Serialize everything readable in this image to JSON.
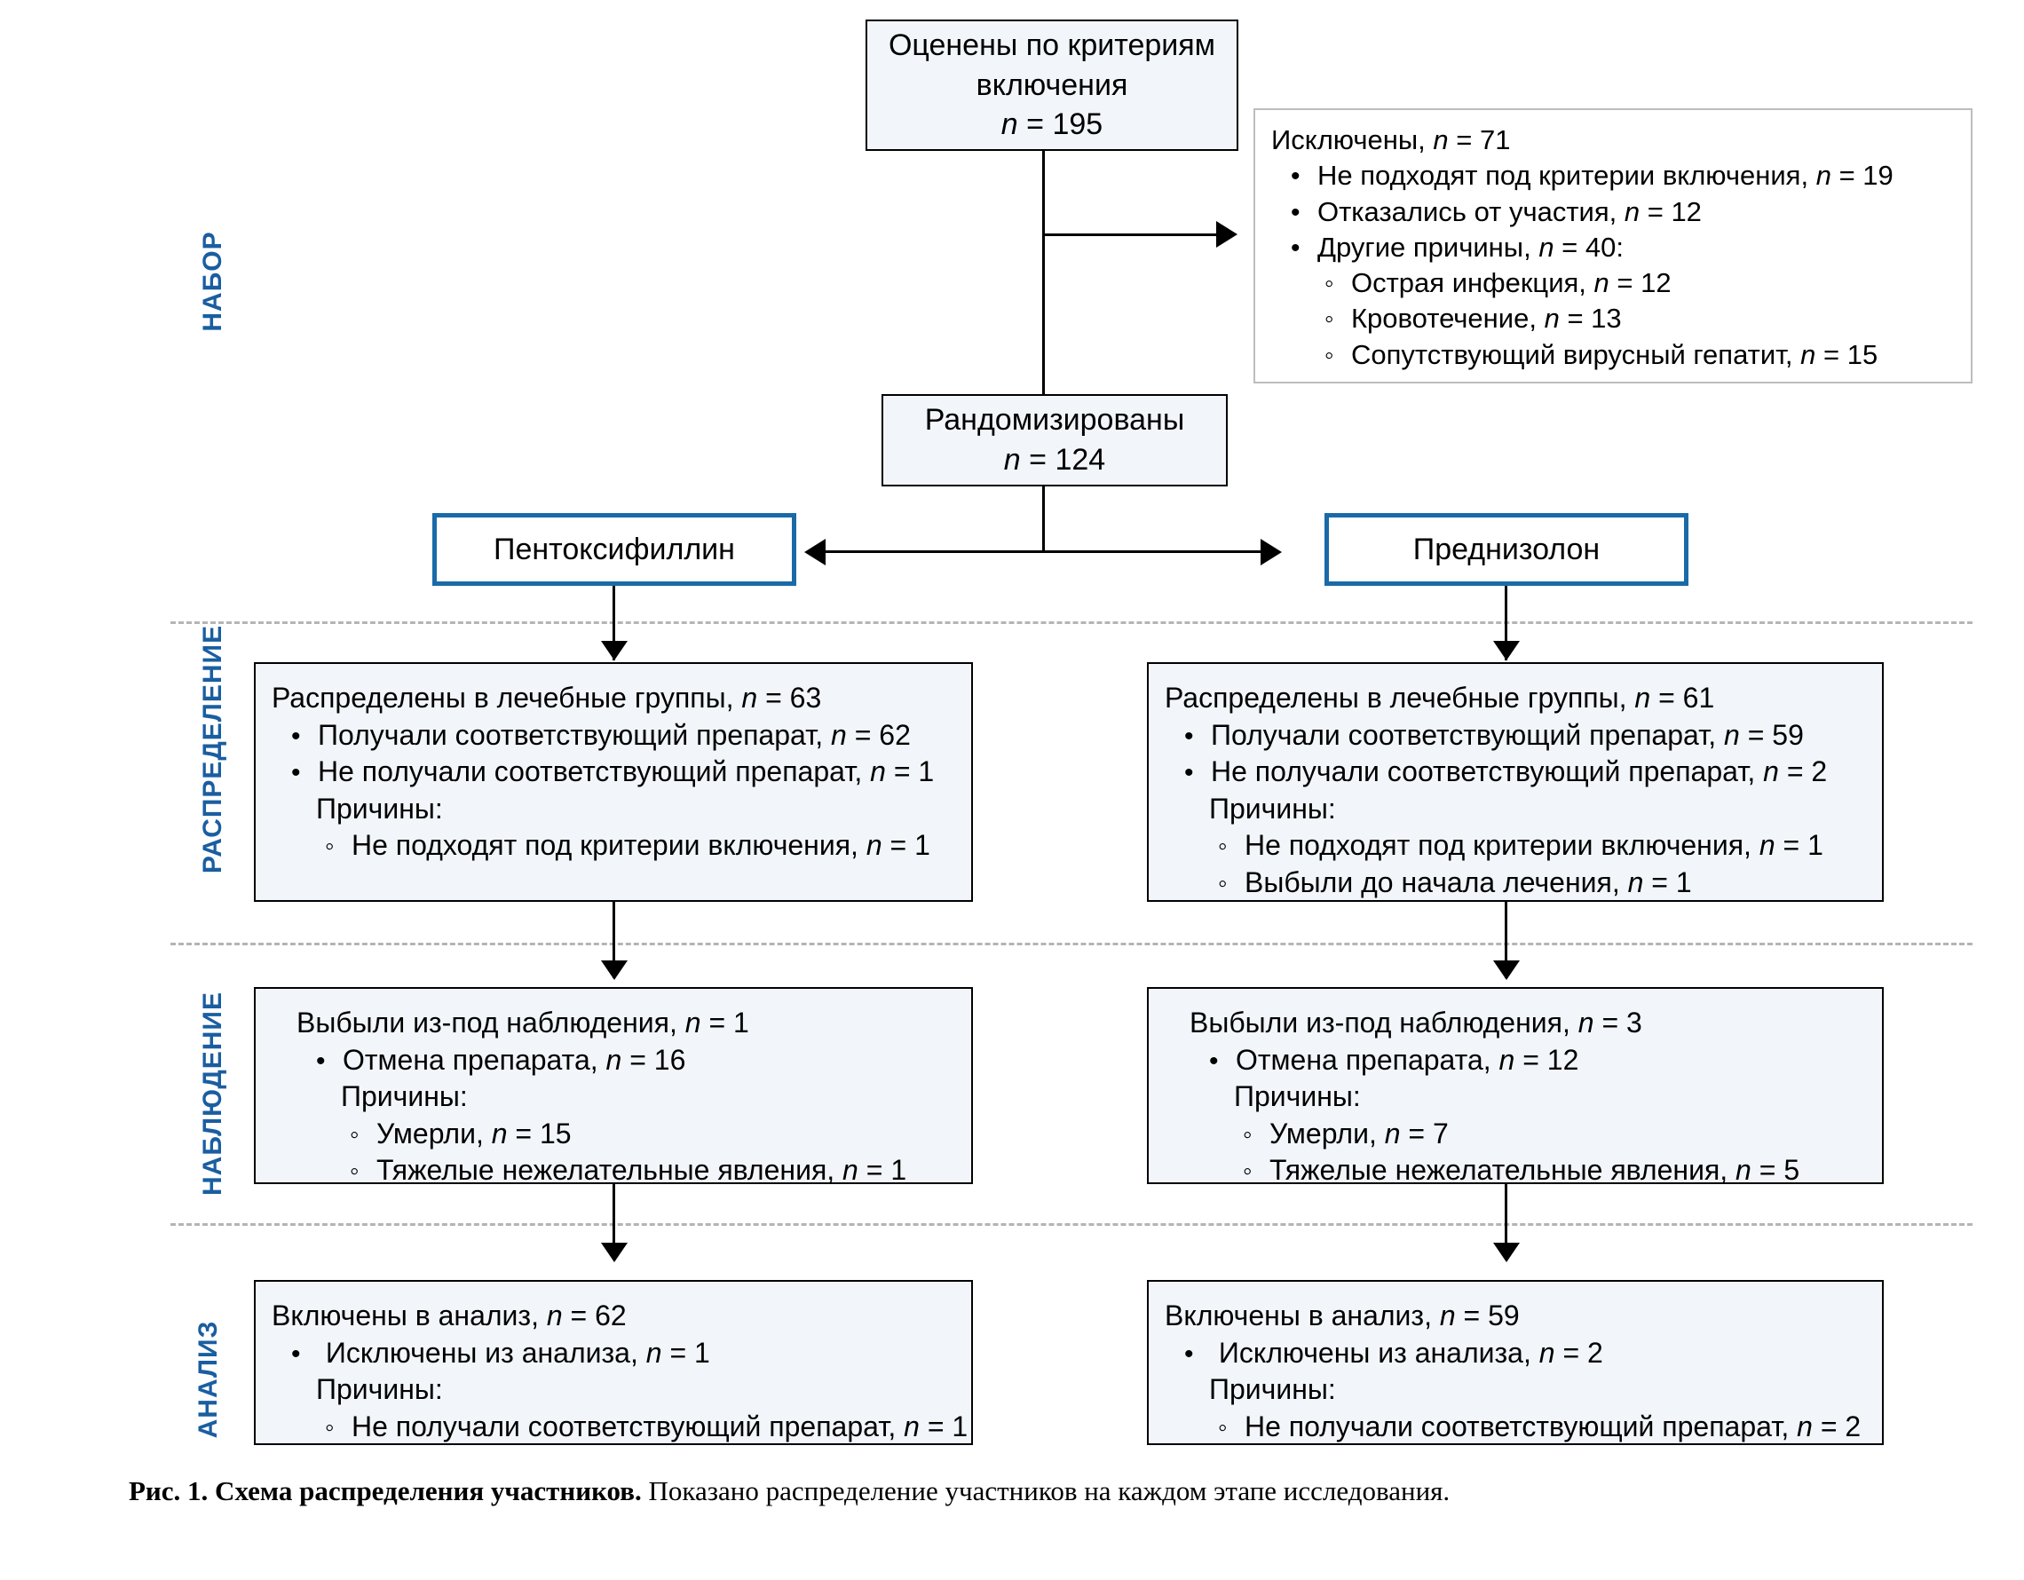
{
  "figure": {
    "caption_bold": "Рис. 1. Схема распределения участников.",
    "caption_rest": " Показано распределение участников на каждом этапе исследования."
  },
  "colors": {
    "stage_label": "#1a5ea0",
    "group_border": "#1a6aa8",
    "box_fill": "#f2f6fa",
    "box_border": "#000000",
    "divider": "#b5b5b5"
  },
  "stage_labels": {
    "enrollment": "НАБОР",
    "allocation": "РАСПРЕДЕЛЕНИЕ",
    "followup": "НАБЛЮДЕНИЕ",
    "analysis": "АНАЛИЗ"
  },
  "nodes": {
    "assessed": {
      "line1": "Оценены по критериям",
      "line2": "включения",
      "n_label": "n",
      "n_value": "= 195"
    },
    "excluded": {
      "title_text": "Исключены, ",
      "title_n": "n",
      "title_value": " = 71",
      "items": [
        {
          "level": "bullet",
          "text": "Не подходят под критерии включения, ",
          "n": "n",
          "value": " = 19"
        },
        {
          "level": "bullet",
          "text": "Отказались от участия, ",
          "n": "n",
          "value": " = 12"
        },
        {
          "level": "bullet",
          "text": "Другие причины, ",
          "n": "n",
          "value": " = 40:"
        },
        {
          "level": "circle",
          "text": "Острая инфекция, ",
          "n": "n",
          "value": " = 12"
        },
        {
          "level": "circle",
          "text": "Кровотечение, ",
          "n": "n",
          "value": " = 13"
        },
        {
          "level": "circle",
          "text": "Сопутствующий вирусный гепатит, ",
          "n": "n",
          "value": " = 15"
        }
      ]
    },
    "randomized": {
      "line1": "Рандомизированы",
      "n_label": "n",
      "n_value": "= 124"
    },
    "arm_left": {
      "label": "Пентоксифиллин"
    },
    "arm_right": {
      "label": "Преднизолон"
    },
    "allocation_left": {
      "header_text": "Распределены в лечебные группы, ",
      "header_n": "n",
      "header_value": " = 63",
      "items": [
        {
          "level": "bullet",
          "text": "Получали соответствующий препарат, ",
          "n": "n",
          "value": " = 62"
        },
        {
          "level": "bullet",
          "text": "Не получали соответствующий препарат, ",
          "n": "n",
          "value": " = 1"
        },
        {
          "level": "plain",
          "text": "Причины:",
          "n": "",
          "value": ""
        },
        {
          "level": "circle",
          "text": "Не подходят под критерии включения, ",
          "n": "n",
          "value": " = 1"
        }
      ]
    },
    "allocation_right": {
      "header_text": "Распределены в лечебные группы, ",
      "header_n": "n",
      "header_value": " = 61",
      "items": [
        {
          "level": "bullet",
          "text": "Получали соответствующий препарат, ",
          "n": "n",
          "value": " = 59"
        },
        {
          "level": "bullet",
          "text": "Не получали соответствующий препарат, ",
          "n": "n",
          "value": " = 2"
        },
        {
          "level": "plain",
          "text": "Причины:",
          "n": "",
          "value": ""
        },
        {
          "level": "circle",
          "text": "Не подходят под критерии включения, ",
          "n": "n",
          "value": " = 1"
        },
        {
          "level": "circle",
          "text": "Выбыли до начала лечения, ",
          "n": "n",
          "value": " = 1"
        }
      ]
    },
    "followup_left": {
      "header_text": "Выбыли из-под наблюдения, ",
      "header_n": "n",
      "header_value": " = 1",
      "items": [
        {
          "level": "bullet",
          "text": "Отмена препарата, ",
          "n": "n",
          "value": " = 16"
        },
        {
          "level": "plain",
          "text": "Причины:",
          "n": "",
          "value": ""
        },
        {
          "level": "circle",
          "text": "Умерли, ",
          "n": "n",
          "value": " = 15"
        },
        {
          "level": "circle",
          "text": "Тяжелые нежелательные явления, ",
          "n": "n",
          "value": " = 1"
        }
      ]
    },
    "followup_right": {
      "header_text": "Выбыли из-под наблюдения, ",
      "header_n": "n",
      "header_value": " = 3",
      "items": [
        {
          "level": "bullet",
          "text": "Отмена препарата, ",
          "n": "n",
          "value": " = 12"
        },
        {
          "level": "plain",
          "text": "Причины:",
          "n": "",
          "value": ""
        },
        {
          "level": "circle",
          "text": "Умерли, ",
          "n": "n",
          "value": " = 7"
        },
        {
          "level": "circle",
          "text": "Тяжелые нежелательные явления, ",
          "n": "n",
          "value": " = 5"
        }
      ]
    },
    "analysis_left": {
      "header_text": "Включены в анализ, ",
      "header_n": "n",
      "header_value": " = 62",
      "items": [
        {
          "level": "bullet",
          "text": " Исключены из анализа, ",
          "n": "n",
          "value": " = 1"
        },
        {
          "level": "plain",
          "text": "Причины:",
          "n": "",
          "value": ""
        },
        {
          "level": "circle",
          "text": "Не получали соответствующий препарат, ",
          "n": "n",
          "value": " = 1"
        }
      ]
    },
    "analysis_right": {
      "header_text": "Включены в анализ, ",
      "header_n": "n",
      "header_value": " = 59",
      "items": [
        {
          "level": "bullet",
          "text": " Исключены из анализа, ",
          "n": "n",
          "value": " = 2"
        },
        {
          "level": "plain",
          "text": "Причины:",
          "n": "",
          "value": ""
        },
        {
          "level": "circle",
          "text": "Не получали соответствующий препарат, ",
          "n": "n",
          "value": " = 2"
        }
      ]
    }
  }
}
